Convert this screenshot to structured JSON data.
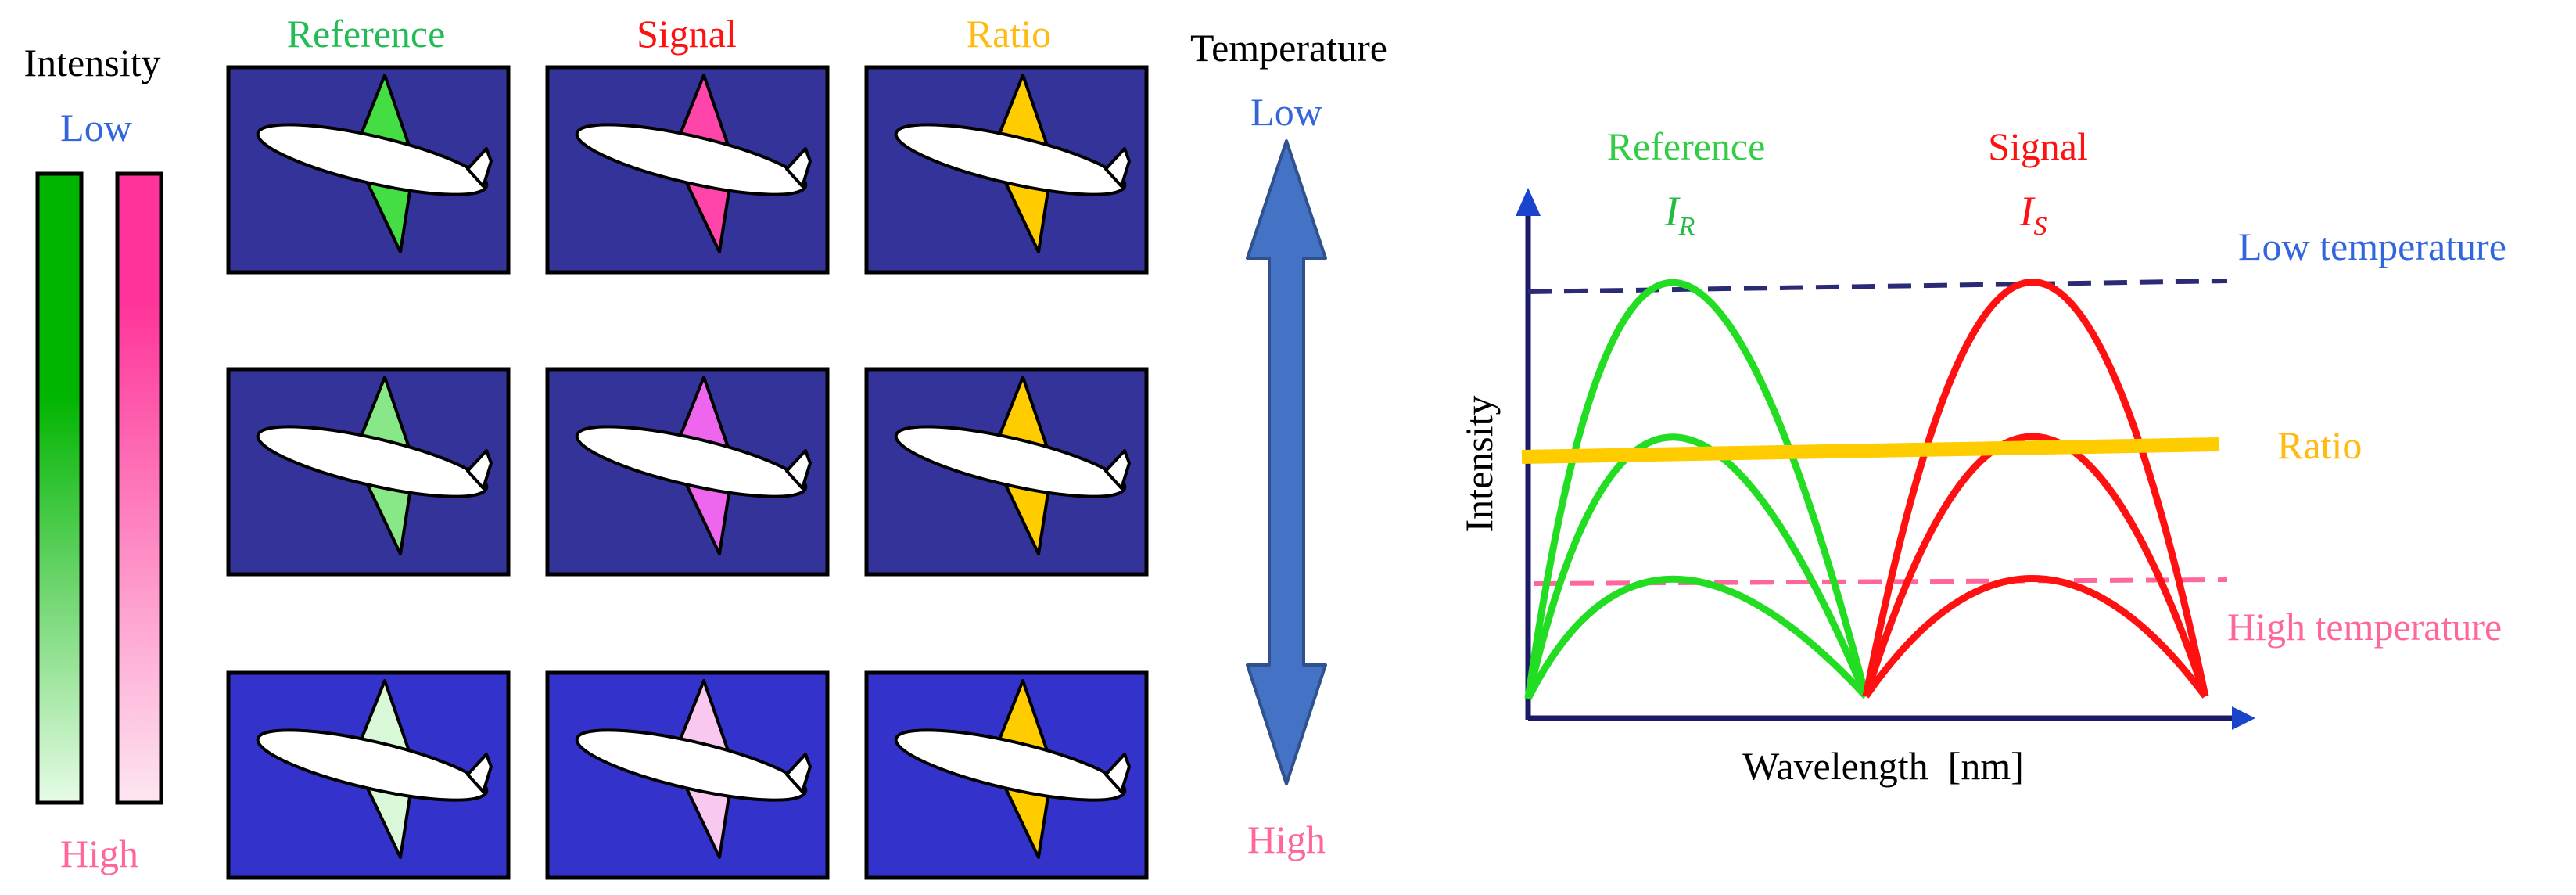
{
  "left_panel": {
    "intensity_label": "Intensity",
    "intensity_low": "Low",
    "intensity_high": "High",
    "temperature_label": "Temperature",
    "temperature_low": "Low",
    "temperature_high": "High",
    "column_headers": [
      "Reference",
      "Signal",
      "Ratio"
    ],
    "tile_background_colors": [
      "#333399",
      "#333399",
      "#3333cc"
    ],
    "wing_colors": {
      "reference": [
        "#44dd44",
        "#88e888",
        "#d8f8d8"
      ],
      "signal": [
        "#ff44aa",
        "#ee66ee",
        "#f8c8f0"
      ],
      "ratio": [
        "#ffcc00",
        "#ffcc00",
        "#ffcc00"
      ]
    }
  },
  "right_panel": {
    "reference_label": "Reference",
    "reference_symbol": "I",
    "reference_subscript": "R",
    "signal_label": "Signal",
    "signal_symbol": "I",
    "signal_subscript": "S",
    "low_temperature_label": "Low temperature",
    "ratio_label": "Ratio",
    "high_temperature_label": "High temperature",
    "x_axis_label": "Wavelength  [nm]",
    "y_axis_label": "Intensity"
  },
  "colors": {
    "reference": "#22dd22",
    "signal": "#ff1111",
    "ratio": "#ffcc00",
    "low_temp": "#3366dd",
    "high_temp": "#ff6699",
    "axis": "#1a1a66",
    "arrow": "#4472c4",
    "low_temp_line": "#2a2a77",
    "high_temp_line": "#ff6699"
  }
}
